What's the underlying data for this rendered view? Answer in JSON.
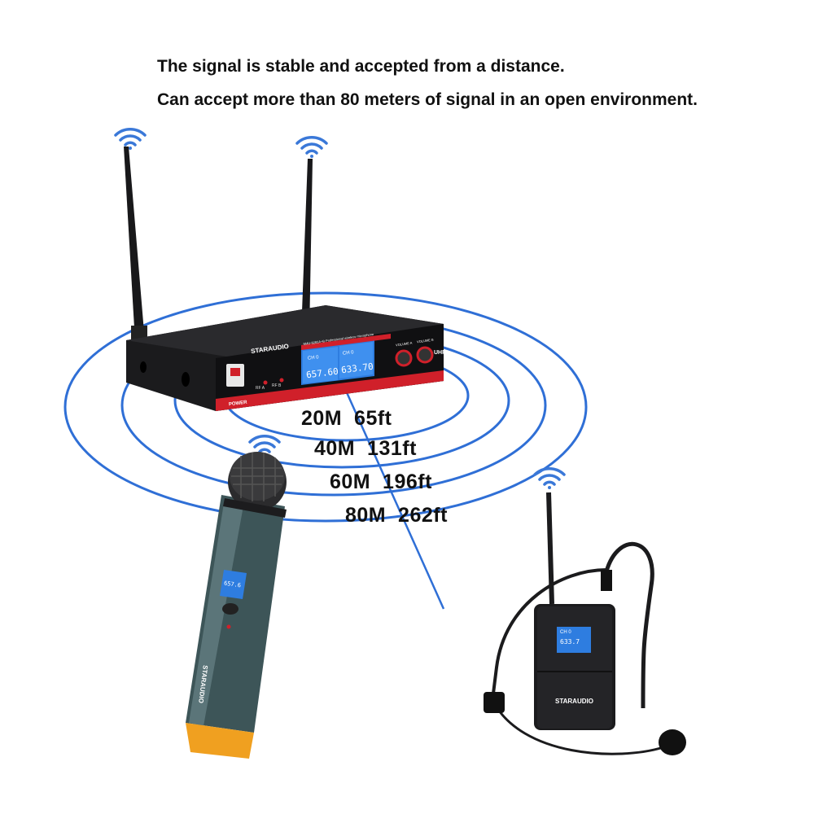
{
  "headline": {
    "line1": "The signal is stable and accepted from a distance.",
    "line2": "Can accept more than 80 meters of signal in an open environment."
  },
  "ranges": [
    {
      "meters": "20M",
      "feet": "65ft"
    },
    {
      "meters": "40M",
      "feet": "131ft"
    },
    {
      "meters": "60M",
      "feet": "196ft"
    },
    {
      "meters": "80M",
      "feet": "262ft"
    }
  ],
  "receiver": {
    "brand": "STARAUDIO",
    "model_label": "SMU-8282A+B Professional wireless microphone",
    "display_a": {
      "channel": "CH 0",
      "frequency": "657.60"
    },
    "display_b": {
      "channel": "CH 0",
      "frequency": "633.70"
    },
    "rf_a_label": "RF A",
    "rf_b_label": "RF B",
    "power_label": "POWER",
    "volume_a_label": "VOLUME A",
    "volume_b_label": "VOLUME B",
    "band_label": "UHF"
  },
  "handheld": {
    "brand": "STARAUDIO",
    "display_frequency": "657.6"
  },
  "bodypack": {
    "brand": "STARAUDIO",
    "display_channel": "CH 0",
    "display_frequency": "633.7"
  },
  "colors": {
    "ring_blue": "#2f6fd6",
    "wifi_blue": "#3a78d8",
    "lcd_blue": "#2e7de0",
    "accent_red": "#d0202a",
    "device_black": "#1b1b1d",
    "handle_teal": "#3d5558",
    "tip_orange": "#f0a020"
  }
}
